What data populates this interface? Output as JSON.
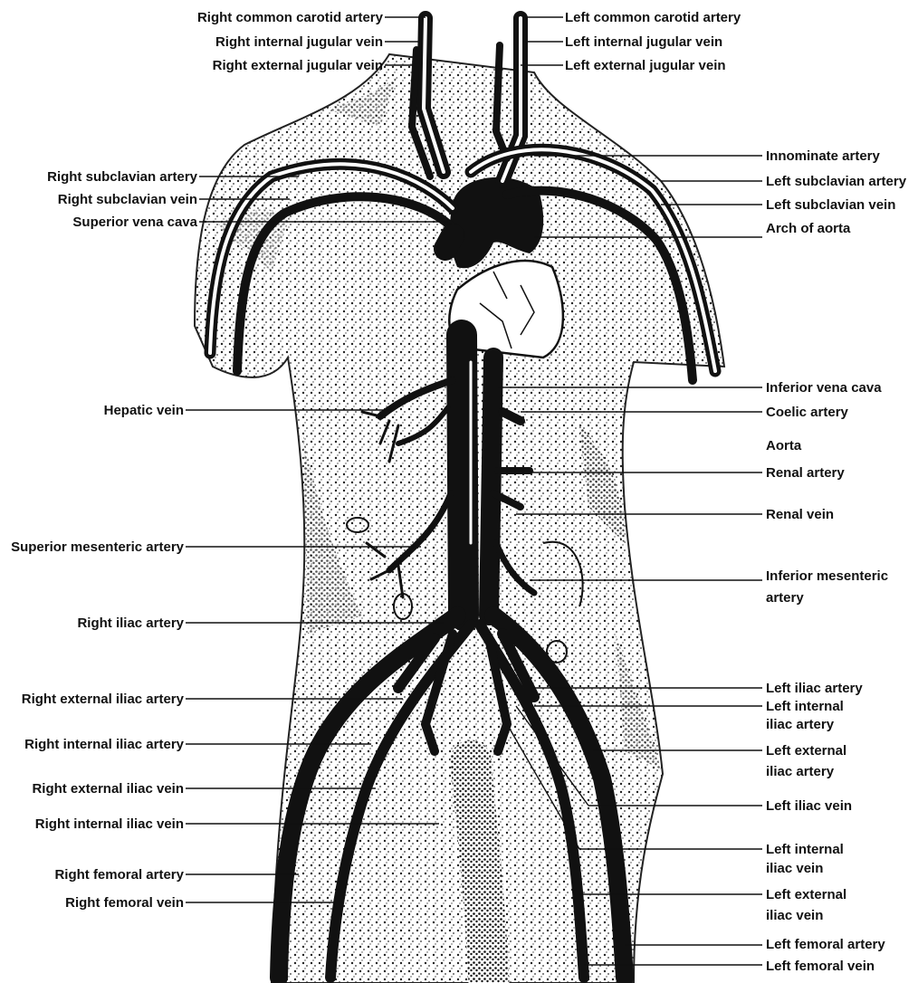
{
  "diagram": {
    "labels_left": [
      "Right common carotid artery",
      "Right internal jugular vein",
      "Right external jugular vein",
      "Right subclavian artery",
      "Right subclavian vein",
      "Superior vena cava",
      "Hepatic vein",
      "Superior mesenteric artery",
      "Right iliac artery",
      "Right external iliac artery",
      "Right internal iliac artery",
      "Right external iliac vein",
      "Right internal iliac vein",
      "Right femoral artery",
      "Right femoral vein"
    ],
    "labels_right": [
      "Left common carotid artery",
      "Left internal jugular vein",
      "Left external jugular vein",
      "Innominate artery",
      "Left subclavian artery",
      "Left subclavian vein",
      "Arch of aorta",
      "Inferior vena cava",
      "Coelic artery",
      "Aorta",
      "Renal artery",
      "Renal vein",
      "Inferior mesenteric",
      "artery",
      "Left iliac artery",
      "Left internal",
      "iliac artery",
      "Left external",
      "iliac artery",
      "Left iliac vein",
      "Left internal",
      "iliac vein",
      "Left external",
      "iliac vein",
      "Left femoral artery",
      "Left femoral vein"
    ]
  }
}
